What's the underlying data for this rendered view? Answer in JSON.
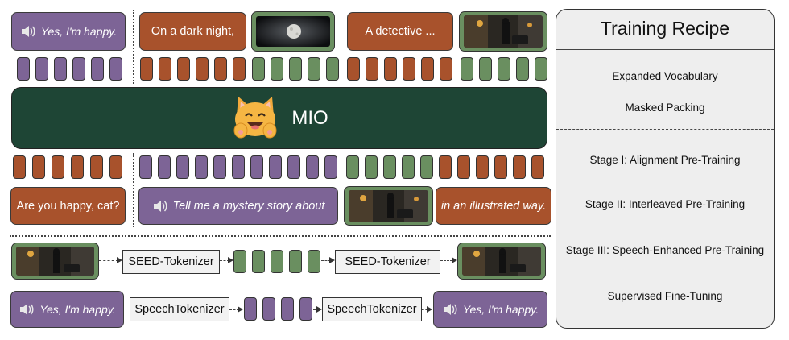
{
  "top_row": {
    "speech_text": "Yes, I'm happy.",
    "text1": "On a dark night,",
    "text2": "A detective ..."
  },
  "model": {
    "name": "MIO",
    "background_color": "#1e4535",
    "logo_icon": "cat-face-emoji"
  },
  "input_row": {
    "text1": "Are you happy, cat?",
    "speech_text": "Tell me a mystery story about",
    "text2": "in an illustrated way."
  },
  "tokenizer_rows": {
    "image_tokenizer_left": "SEED-Tokenizer",
    "image_tokenizer_right": "SEED-Tokenizer",
    "speech_tokenizer_left": "SpeechTokenizer",
    "speech_tokenizer_right": "SpeechTokenizer",
    "speech_in": "Yes, I'm happy.",
    "speech_out": "Yes, I'm happy."
  },
  "recipe": {
    "title": "Training Recipe",
    "section1": [
      "Expanded Vocabulary",
      "Masked Packing"
    ],
    "section2": [
      "Stage I: Alignment Pre-Training",
      "Stage II: Interleaved Pre-Training",
      "Stage III: Speech-Enhanced Pre-Training",
      "Supervised Fine-Tuning"
    ]
  },
  "colors": {
    "speech": "#7d6496",
    "text": "#a8522c",
    "image": "#6a8f60",
    "model": "#1e4535",
    "recipe_bg": "#eeeeee"
  }
}
